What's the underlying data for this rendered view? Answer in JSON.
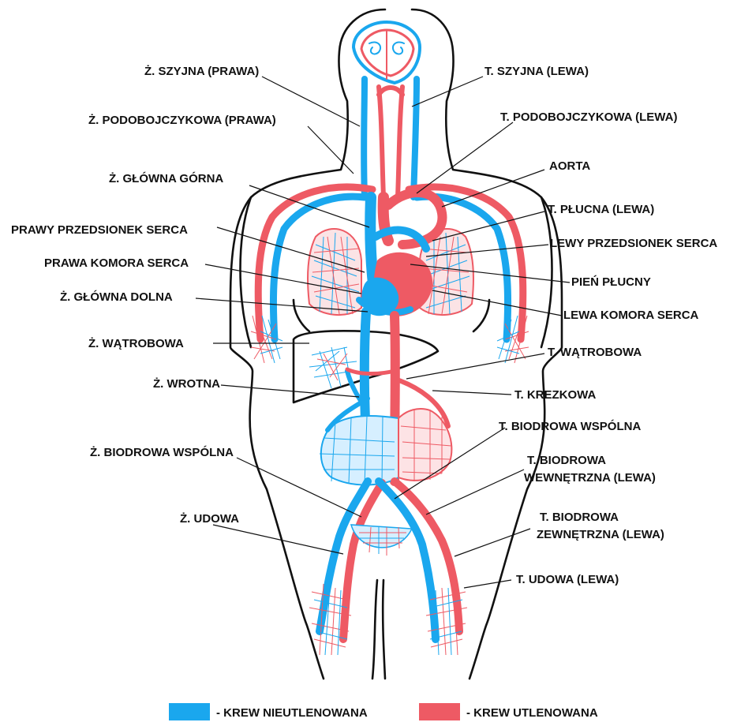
{
  "labels_left": [
    {
      "id": "zsz",
      "text": "Ż. SZYJNA (PRAWA)"
    },
    {
      "id": "zpod",
      "text": "Ż. PODOBOJCZYKOWA (PRAWA)"
    },
    {
      "id": "zgg",
      "text": "Ż. GŁÓWNA GÓRNA"
    },
    {
      "id": "pps",
      "text": "PRAWY PRZEDSIONEK SERCA"
    },
    {
      "id": "pks",
      "text": "PRAWA KOMORA SERCA"
    },
    {
      "id": "zgd",
      "text": "Ż. GŁÓWNA DOLNA"
    },
    {
      "id": "zwat",
      "text": "Ż. WĄTROBOWA"
    },
    {
      "id": "zwrot",
      "text": "Ż. WROTNA"
    },
    {
      "id": "zbw",
      "text": "Ż. BIODROWA WSPÓLNA"
    },
    {
      "id": "zud",
      "text": "Ż. UDOWA"
    }
  ],
  "labels_right": [
    {
      "id": "tsz",
      "text": "T. SZYJNA (LEWA)"
    },
    {
      "id": "tpod",
      "text": "T. PODOBOJCZYKOWA (LEWA)"
    },
    {
      "id": "aorta",
      "text": "AORTA"
    },
    {
      "id": "tpl",
      "text": "T. PŁUCNA (LEWA)"
    },
    {
      "id": "lps",
      "text": "LEWY PRZEDSIONEK SERCA"
    },
    {
      "id": "pp",
      "text": "PIEŃ PŁUCNY"
    },
    {
      "id": "lks",
      "text": "LEWA KOMORA SERCA"
    },
    {
      "id": "twat",
      "text": "T. WĄTROBOWA"
    },
    {
      "id": "tkrez",
      "text": "T. KREZKOWA"
    },
    {
      "id": "tbw",
      "text": "T. BIODROWA WSPÓLNA"
    },
    {
      "id": "tbwew_1",
      "text": "T. BIODROWA"
    },
    {
      "id": "tbwew_2",
      "text": "WEWNĘTRZNA (LEWA)"
    },
    {
      "id": "tbzew_1",
      "text": "T. BIODROWA"
    },
    {
      "id": "tbzew_2",
      "text": "ZEWNĘTRZNA (LEWA)"
    },
    {
      "id": "tud",
      "text": "T. UDOWA (LEWA)"
    }
  ],
  "legend": [
    {
      "color": "#1aa7ee",
      "text": "- KREW NIEUTLENOWANA"
    },
    {
      "color": "#ee5a64",
      "text": "- KREW UTLENOWANA"
    }
  ],
  "colors": {
    "deoxygenated": "#1aa7ee",
    "oxygenated": "#ee5a64",
    "outline": "#111111",
    "background": "#ffffff"
  }
}
